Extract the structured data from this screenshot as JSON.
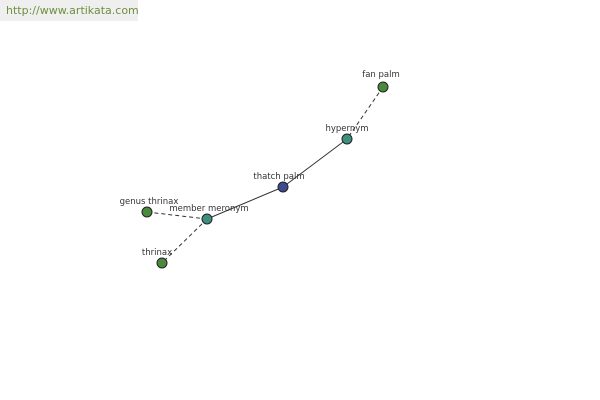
{
  "header": {
    "url": "http://www.artikata.com"
  },
  "colors": {
    "leaf_node": "#4a8a3e",
    "relation_node": "#3e8f7f",
    "focus_node": "#3e4a8f",
    "edge": "#333333",
    "url_text": "#6f8f3f"
  },
  "graph": {
    "nodes": {
      "fan_palm": {
        "label": "fan palm",
        "kind": "leaf"
      },
      "hypernym": {
        "label": "hypernym",
        "kind": "relation"
      },
      "thatch_palm": {
        "label": "thatch palm",
        "kind": "focus"
      },
      "member_meronym": {
        "label": "member meronym",
        "kind": "relation"
      },
      "genus_thrinax": {
        "label": "genus thrinax",
        "kind": "leaf"
      },
      "thrinax": {
        "label": "thrinax",
        "kind": "leaf"
      }
    },
    "edges": [
      {
        "from": "fan_palm",
        "to": "hypernym",
        "style": "dashed"
      },
      {
        "from": "hypernym",
        "to": "thatch_palm",
        "style": "solid"
      },
      {
        "from": "thatch_palm",
        "to": "member_meronym",
        "style": "solid"
      },
      {
        "from": "member_meronym",
        "to": "genus_thrinax",
        "style": "dashed"
      },
      {
        "from": "member_meronym",
        "to": "thrinax",
        "style": "dashed"
      }
    ]
  }
}
